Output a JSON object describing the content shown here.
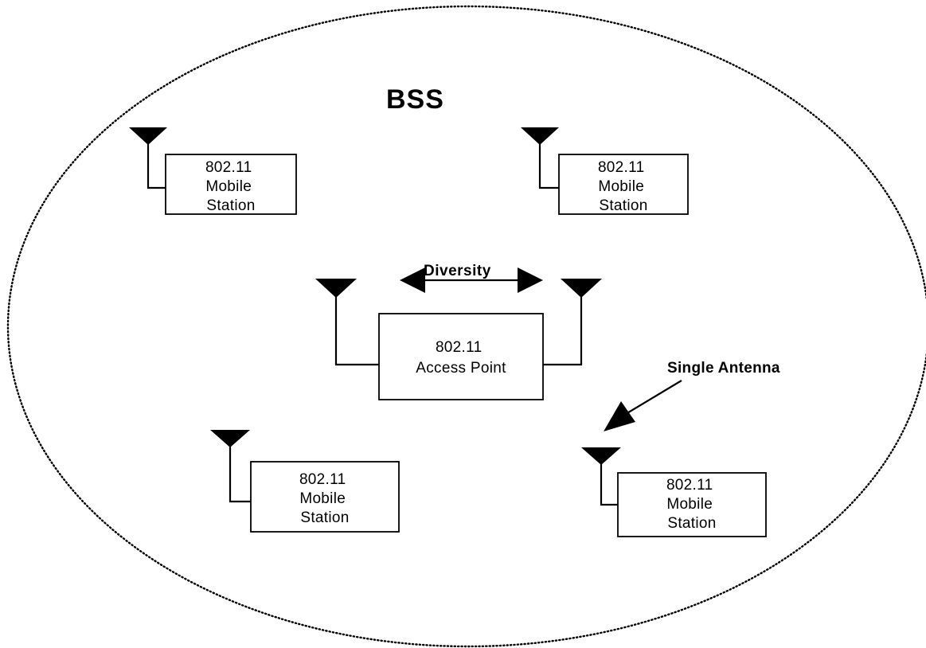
{
  "bss_label": "BSS",
  "diversity_label": "Diversity",
  "single_antenna_label": "Single Antenna",
  "access_point": {
    "lines": [
      "802.11",
      "Access Point"
    ]
  },
  "stations": [
    {
      "lines": [
        "802.11",
        "Mobile",
        "Station"
      ]
    },
    {
      "lines": [
        "802.11",
        "Mobile",
        "Station"
      ]
    },
    {
      "lines": [
        "802.11",
        "Mobile",
        "Station"
      ]
    },
    {
      "lines": [
        "802.11",
        "Mobile",
        "Station"
      ]
    }
  ],
  "colors": {
    "stroke": "#000000",
    "background": "#ffffff"
  }
}
